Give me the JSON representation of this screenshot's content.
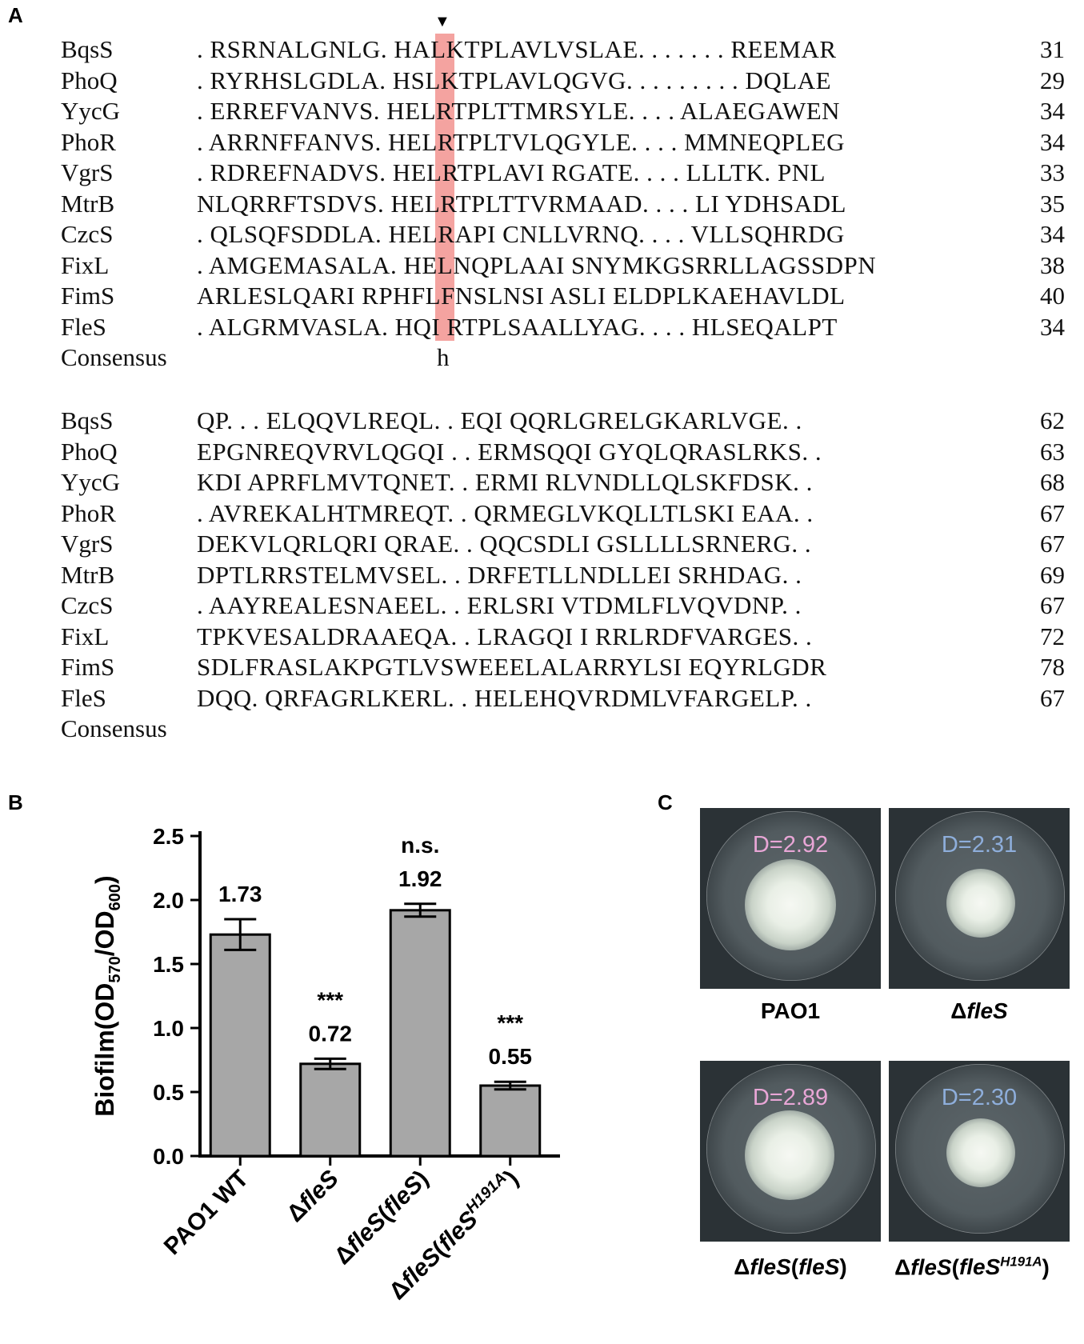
{
  "panels": {
    "a": "A",
    "b": "B",
    "c": "C"
  },
  "alignment": {
    "marker_glyph": "▼",
    "highlight_color": "#f4a3a0",
    "block1": {
      "rows": [
        {
          "name": "BqsS",
          "seq": ". RSRNALGNLG. HALKTPLAVLVSLAE. . . . . . . REEMAR",
          "num": "31"
        },
        {
          "name": "PhoQ",
          "seq": ". RYRHSLGDLA. HSLKTPLAVLQGVG. . . . . . . . . DQLAE",
          "num": "29"
        },
        {
          "name": "YycG",
          "seq": ". ERREFVANVS. HELRTPLTTMRSYLE. . . . ALAEGAWEN",
          "num": "34"
        },
        {
          "name": "PhoR",
          "seq": ". ARRNFFANVS. HELRTPLTVLQGYLE. . . . MMNEQPLEG",
          "num": "34"
        },
        {
          "name": "VgrS",
          "seq": ". RDREFNADVS. HELRTPLAVI RGATE. . . . LLLTK. PNL",
          "num": "33"
        },
        {
          "name": "MtrB",
          "seq": "NLQRRFTSDVS. HELRTPLTTVRMAAD. . . . LI YDHSADL",
          "num": "35"
        },
        {
          "name": "CzcS",
          "seq": ". QLSQFSDDLA. HELRAPI CNLLVRNQ. . . . VLLSQHRDG",
          "num": "34"
        },
        {
          "name": "FixL",
          "seq": ". AMGEMASALA. HELNQPLAAI SNYMKGSRRLLAGSSDPN",
          "num": "38"
        },
        {
          "name": "FimS",
          "seq": "ARLESLQARI RPHFLFNSLNSI ASLI ELDPLKAEHAVLDL",
          "num": "40"
        },
        {
          "name": "FleS",
          "seq": ". ALGRMVASLA. HQI RTPLSAALLYAG. . . . HLSEQALPT",
          "num": "34"
        }
      ],
      "consensus_label": "Consensus",
      "consensus_value": "h"
    },
    "block2": {
      "rows": [
        {
          "name": "BqsS",
          "seq": "QP. . . ELQQVLREQL. . EQI QQRLGRELGKARLVGE. .",
          "num": "62"
        },
        {
          "name": "PhoQ",
          "seq": "EPGNREQVRVLQGQI . . ERMSQQI GYQLQRASLRKS. .",
          "num": "63"
        },
        {
          "name": "YycG",
          "seq": "KDI APRFLMVTQNET. . ERMI RLVNDLLQLSKFDSK. .",
          "num": "68"
        },
        {
          "name": "PhoR",
          "seq": ". AVREKALHTMREQT. . QRMEGLVKQLLTLSKI EAA. .",
          "num": "67"
        },
        {
          "name": "VgrS",
          "seq": "DEKVLQRLQRI QRAE. . QQCSDLI GSLLLLSRNERG. .",
          "num": "67"
        },
        {
          "name": "MtrB",
          "seq": "DPTLRRSTELMVSEL. . DRFETLLNDLLEI SRHDAG. .",
          "num": "69"
        },
        {
          "name": "CzcS",
          "seq": ". AAYREALESNAEEL. . ERLSRI VTDMLFLVQVDNP. .",
          "num": "67"
        },
        {
          "name": "FixL",
          "seq": "TPKVESALDRAAEQA. . LRAGQI I RRLRDFVARGES. .",
          "num": "72"
        },
        {
          "name": "FimS",
          "seq": "SDLFRASLAKPGTLVSWEEELALARRYLSI EQYRLGDR",
          "num": "78"
        },
        {
          "name": "FleS",
          "seq": "DQQ. QRFAGRLKERL. . HELEHQVRDMLVFARGELP. .",
          "num": "67"
        }
      ],
      "consensus_label": "Consensus"
    }
  },
  "chart_data": {
    "type": "bar",
    "categories": [
      "PAO1 WT",
      "ΔfleS",
      "ΔfleS(fleS)",
      "ΔfleS(fleSH191A)"
    ],
    "values": [
      1.73,
      0.72,
      1.92,
      0.55
    ],
    "errors": [
      0.12,
      0.04,
      0.05,
      0.03
    ],
    "value_labels": [
      "1.73",
      "0.72",
      "1.92",
      "0.55"
    ],
    "significance": [
      "",
      "***",
      "n.s.",
      "***"
    ],
    "ylabel": "Biofilm(OD570/OD600)",
    "ylim": [
      0,
      2.5
    ],
    "yticks": [
      "0.0",
      "0.5",
      "1.0",
      "1.5",
      "2.0",
      "2.5"
    ],
    "bar_color": "#a7a7a7",
    "grid": false
  },
  "plates": {
    "top_left": {
      "label": "D=2.92",
      "caption": "PAO1",
      "color": "#e8a6d6"
    },
    "top_right": {
      "label": "D=2.31",
      "caption": "ΔfleS",
      "color": "#8eaedb"
    },
    "bottom_left": {
      "label": "D=2.89",
      "caption": "ΔfleS(fleS)",
      "color": "#e8a6d6"
    },
    "bottom_right": {
      "label": "D=2.30",
      "caption": "ΔfleS(fleSH191A)",
      "color": "#8eaedb"
    }
  }
}
